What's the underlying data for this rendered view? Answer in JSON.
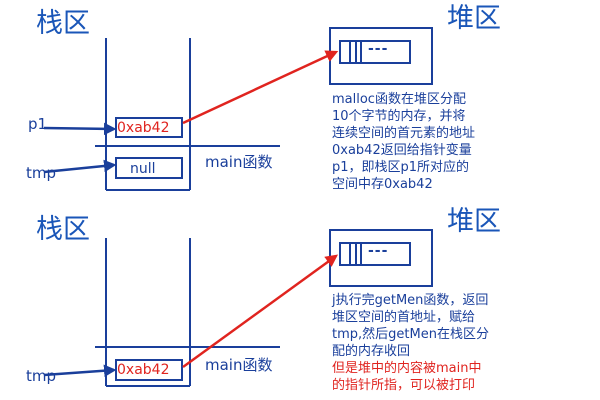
{
  "top": {
    "stack_title": "栈区",
    "heap_title": "堆区",
    "label_p1": "p1",
    "label_tmp": "tmp",
    "p1_value": "0xab42",
    "tmp_value": "null",
    "frame_label": "main函数",
    "heap_block_text": "---",
    "description": [
      "malloc函数在堆区分配",
      "10个字节的内存，并将",
      "连续空间的首元素的地址",
      "0xab42返回给指针变量",
      "p1，即栈区p1所对应的",
      "空间中存0xab42"
    ]
  },
  "bottom": {
    "stack_title": "栈区",
    "heap_title": "堆区",
    "label_tmp": "tmp",
    "tmp_value": "0xab42",
    "frame_label": "main函数",
    "heap_block_text": "---",
    "description": [
      "j执行完getMen函数，返回",
      "堆区空间的首地址，赋给",
      "tmp,然后getMen在栈区分",
      "配的内存收回"
    ],
    "description_red": [
      "但是堆中的内容被main中",
      "的指针所指，可以被打印"
    ]
  },
  "colors": {
    "blue": "#1a3f9b",
    "title_blue": "#1a56b8",
    "red": "#e0241f"
  }
}
